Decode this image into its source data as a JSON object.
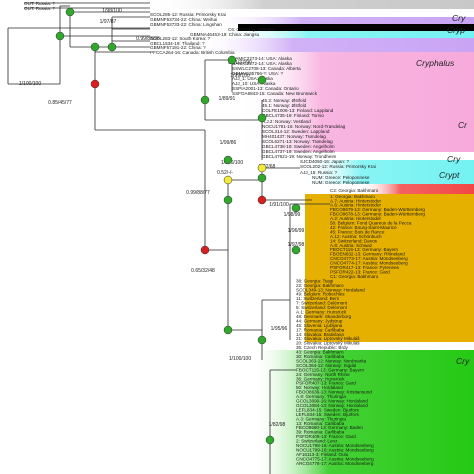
{
  "colors": {
    "band_grey": "#c8c8c8",
    "band_violet": "#c9a4f5",
    "band_pink": "#f7a9dc",
    "band_cyan": "#74f2f2",
    "band_red": "#f24646",
    "band_orange": "#e6b000",
    "band_green": "#25c914",
    "bar_yellow": "#f1f100",
    "node_green": "#31a82c",
    "node_red": "#d62020",
    "node_yellow": "#f2ea3a",
    "branch": "#2a2a2a",
    "text": "#1a1a1a",
    "side_text": "#222222"
  },
  "support_labels": [
    {
      "id": "s1",
      "text": "1/98/100"
    },
    {
      "id": "s2",
      "text": "1/97/87"
    },
    {
      "id": "s3",
      "text": "0.99/88/96"
    },
    {
      "id": "s4",
      "text": "1/100/100"
    },
    {
      "id": "s5",
      "text": "0.91/77/90"
    },
    {
      "id": "s6",
      "text": "1/99/100"
    },
    {
      "id": "s7",
      "text": "0.85/45/77"
    },
    {
      "id": "s8",
      "text": "1/89/91"
    },
    {
      "id": "s9",
      "text": "1/99/86"
    },
    {
      "id": "s10",
      "text": "1/100/100"
    },
    {
      "id": "s11",
      "text": "1/82/68"
    },
    {
      "id": "s12",
      "text": "0.52/-/-"
    },
    {
      "id": "s13",
      "text": "0.99/88/77"
    },
    {
      "id": "s14",
      "text": "1/91/100"
    },
    {
      "id": "s15",
      "text": "1/98/99"
    },
    {
      "id": "s16",
      "text": "1/96/99"
    },
    {
      "id": "s17",
      "text": "1/97/98"
    },
    {
      "id": "s18",
      "text": "0.65/32/48"
    },
    {
      "id": "s19",
      "text": "1/95/96"
    },
    {
      "id": "s20",
      "text": "1/100/100"
    },
    {
      "id": "s21",
      "text": "1/82/98"
    }
  ],
  "side_labels": [
    {
      "id": "l1",
      "text": "Cry"
    },
    {
      "id": "l2",
      "text": "Cryp"
    },
    {
      "id": "l3",
      "text": "Cryphalus"
    },
    {
      "id": "l4",
      "text": "Cr"
    },
    {
      "id": "l5",
      "text": "Cry"
    },
    {
      "id": "l6",
      "text": "Crypt"
    },
    {
      "id": "l7",
      "text": "Cry"
    }
  ],
  "tips": [
    "OUT: Russia: ?",
    "OUT: Russia: ?",
    "SCOL285-12: Russia: Primorsky Krai",
    "GBMNF53734-22: China: Weihai",
    "GBMNF53733-22: China: Lingshan",
    "C6: Germany: Dresden",
    "GBMNA46453-19: China: Jiangsu",
    "SCOL283-12: South Korea: ?",
    "GBCL1534-19: Thailand: ?",
    "GBMNF57191-22: China: ?",
    "PFCCA264-16: Canada: British Columbia",
    "UAMIC2273-14: USA: Alaska",
    "UAMIC2272-14: USA: Alaska",
    "SSWLC2708-13: Canada: Alberta",
    "GBMNC35766-?: USA: ?",
    "AJJ_1: USA: Alaska",
    "AJJ_10: USA: Alaska",
    "SSPIA2001-13: Canada: Ontario",
    "SSFOA6843-15: Canada: New Brunswick",
    "45.2: Norway: Østfold",
    "45.1: Norway: Østfold",
    "COLFE1006-13: Finland: Lappland",
    "GBCL4735-19: Finland: Tornio",
    "A.J.2: Norway: Vestland",
    "NOCU1791-16: Norway: Nord-Trøndelag",
    "SCOL314-12: Sweden: Lappland",
    "MH401437: Norway: Trøndelag",
    "SCOL6271-13: Norway: Trøndelag",
    "GBCL4738-19: Sweden: Angelholm",
    "GBCL4737-19: Sweden: Angelholm",
    "GBCL47621-19: Norway: Trondheim",
    "SJCD4050-16: Japan: ?",
    "SCOL202-12: Russia: Primorsky Krai",
    "AJJ_15: Russia: ?",
    "NUM: Greece: Peloponnese",
    "NUM: Greece: Peloponnese",
    "C2: Georgia: Bakhmaro",
    "1: Georgia: Bakhmaro",
    "A.7: Austria: Hinterstoder",
    "A.6: Austria: Hinterstoder",
    "FBCO9679-13: Germany: Baden-Württemberg",
    "FBCO9678-13: Germany: Baden-Württemberg",
    "A.2: Austria: Hinterstoder",
    "56: Belgium: Fond Quareux de la Pecca",
    "42: France: Bourg-Saint-Maurice",
    "45: France: Bois de Rance",
    "A.12: Austria: Schönbuch",
    "14: Switzerland: Davos",
    "A.8: Austria: Schwaz",
    "FBOCT116-13: Germany: Bayern",
    "FBOEN632-13: Germany: Rhineland",
    "CNCO4773-17: Austria: Mondseeberg",
    "CNCO4774-17: Austria: Mondseeberg",
    "PSFOR417-13: France: Pyrenees",
    "PSFOR422-13: France: Gard",
    "C1: Georgia: Bakhmaro",
    "38: Georgia: Tsagi",
    "22: Georgia: Bakhmaro",
    "SCOL349-13: Norway: Hordaland",
    "49: Belgium: Robechies",
    "11: Switzerland: Bern",
    "7: Switzerland: Delémont",
    "5: Switzerland: Delémont",
    "A.1: Germany: Hunsrück",
    "48: Denmark: Skanderborg",
    "44: Germany: Jydstrup",
    "45: Slovenia: Ljubljana",
    "17: Romania: Carlibaba",
    "14: Slovakia: Bratislava",
    "21: Slovakia: Liptovský Mikuláš",
    "20: Slovakia: Liptovský Mikuláš",
    "35: Czech Republic: Brdy",
    "43: Georgia: Bakhmaro",
    "30: Romania: Carlibaba",
    "SCOL363-12: Norway: Nordmarka",
    "SCOL364-12: Norway: Sigdal",
    "FBOCT115-13: Germany: Bayern",
    "24: Germany: North Rhine",
    "36: Germany: Hunsrück",
    "PSFOR407-13: France: Gard",
    "50: Norway: Hordaland",
    "FBOO8636-13: Norway: Kristiansund",
    "A.8: Germany: Thuringia",
    "GCOL3090-16: Norway: Hordaland",
    "GCOL3084-13: Norway: Hordaland",
    "LEFL834-15: Sweden: Bjurfors",
    "LEFL834-15: Sweden: Bjurfors",
    "A.3: Germany: Thuringia",
    "13: Romania: Carlibaba",
    "FBCO9680-13: Germany: Baden",
    "39: Romania: Carlibaba",
    "PSFOR409-13: France: Gard",
    "2: Switzerland: Lenz",
    "NOCU1798-16: Austria: Mondseeberg",
    "NOCU1799-16: Austria: Mondseeberg",
    "AF16113-3: Finland: Oulu",
    "CNCO4775-17: Austria: Mondseeberg",
    "ARCO4776-17: Austria: Mondseeberg"
  ]
}
